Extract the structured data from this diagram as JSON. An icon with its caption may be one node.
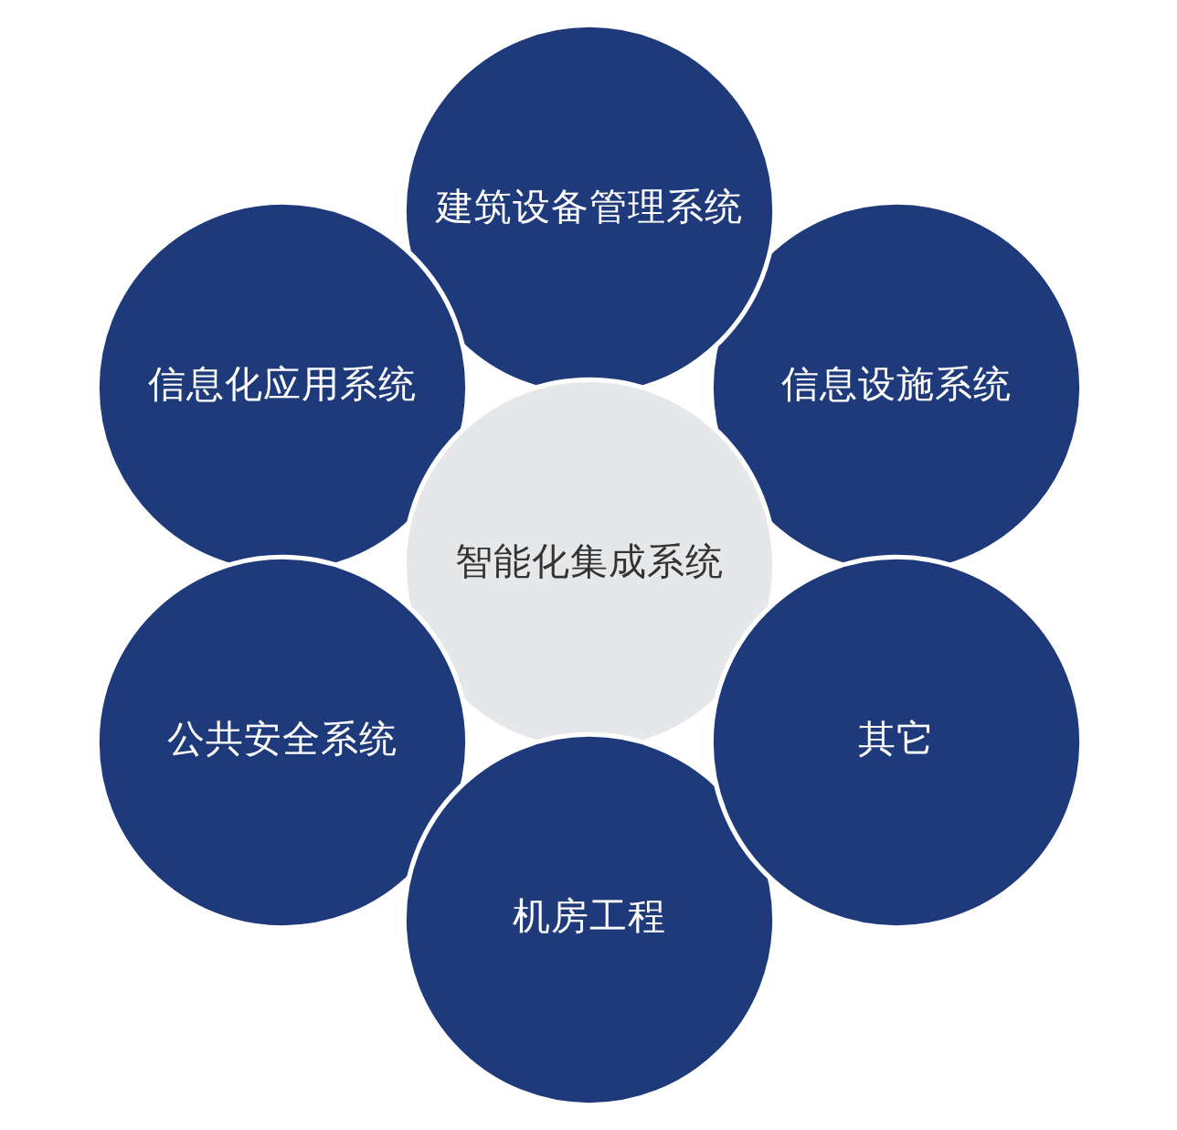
{
  "diagram": {
    "nodes": [
      {
        "text": [
          "信息设施系统"
        ]
      },
      {
        "text": [
          "建筑设备管理系统"
        ]
      },
      {
        "text": [
          "信息化应用系统"
        ]
      },
      {
        "text": [
          "智能化集成系统"
        ]
      },
      {
        "text": [
          "公共安全系统"
        ]
      },
      {
        "text": [
          "机房工程"
        ]
      },
      {
        "text": [
          "其它"
        ]
      }
    ]
  }
}
